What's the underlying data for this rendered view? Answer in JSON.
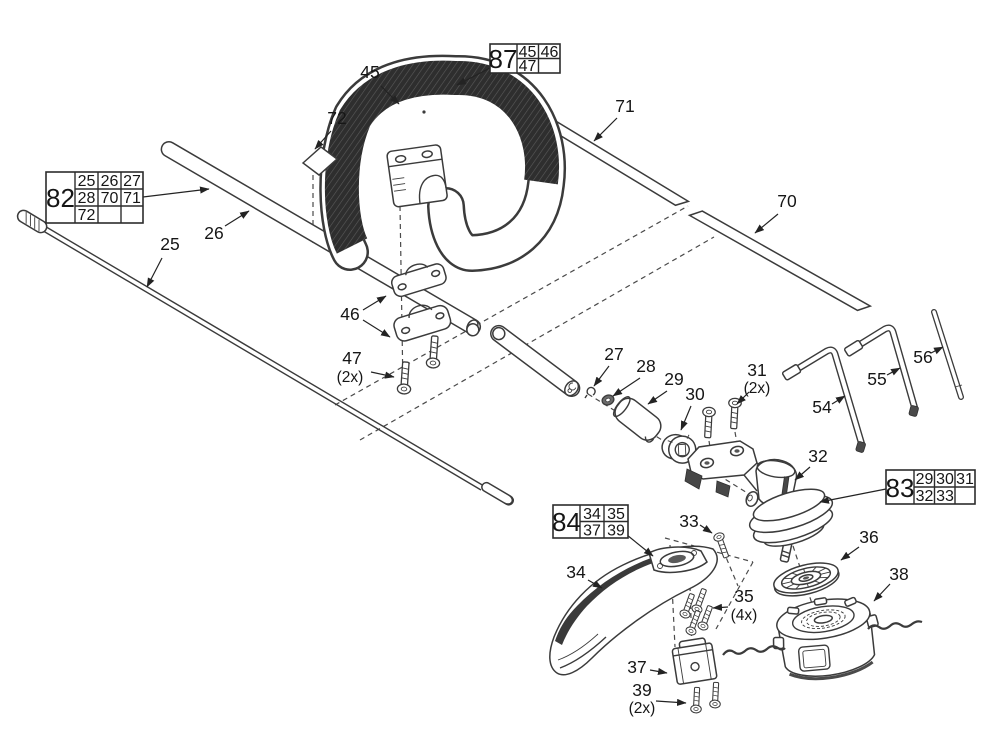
{
  "colors": {
    "line": "#3b3b3b",
    "text": "#161616",
    "grip_dark": "#2e2e2e",
    "background": "#ffffff"
  },
  "callouts": {
    "c25": {
      "label": "25"
    },
    "c26": {
      "label": "26"
    },
    "c27": {
      "label": "27"
    },
    "c28": {
      "label": "28"
    },
    "c29": {
      "label": "29"
    },
    "c30": {
      "label": "30"
    },
    "c31": {
      "label": "31",
      "qty": "(2x)"
    },
    "c32": {
      "label": "32"
    },
    "c33": {
      "label": "33"
    },
    "c34": {
      "label": "34"
    },
    "c35": {
      "label": "35",
      "qty": "(4x)"
    },
    "c36": {
      "label": "36"
    },
    "c37": {
      "label": "37"
    },
    "c38": {
      "label": "38"
    },
    "c39": {
      "label": "39",
      "qty": "(2x)"
    },
    "c45": {
      "label": "45"
    },
    "c46": {
      "label": "46"
    },
    "c47": {
      "label": "47",
      "qty": "(2x)"
    },
    "c54": {
      "label": "54"
    },
    "c55": {
      "label": "55"
    },
    "c56": {
      "label": "56"
    },
    "c70": {
      "label": "70"
    },
    "c71": {
      "label": "71"
    },
    "c72": {
      "label": "72"
    }
  },
  "ref_boxes": {
    "box82": {
      "id": "82",
      "cells": [
        [
          "25",
          "26",
          "27"
        ],
        [
          "28",
          "70",
          "71"
        ],
        [
          "72",
          "",
          ""
        ]
      ]
    },
    "box83": {
      "id": "83",
      "cells": [
        [
          "29",
          "30",
          "31"
        ],
        [
          "32",
          "33",
          ""
        ]
      ]
    },
    "box84": {
      "id": "84",
      "cells": [
        [
          "34",
          "35"
        ],
        [
          "37",
          "39"
        ]
      ]
    },
    "box87": {
      "id": "87",
      "cells": [
        [
          "45",
          "46"
        ],
        [
          "47",
          ""
        ]
      ]
    }
  }
}
